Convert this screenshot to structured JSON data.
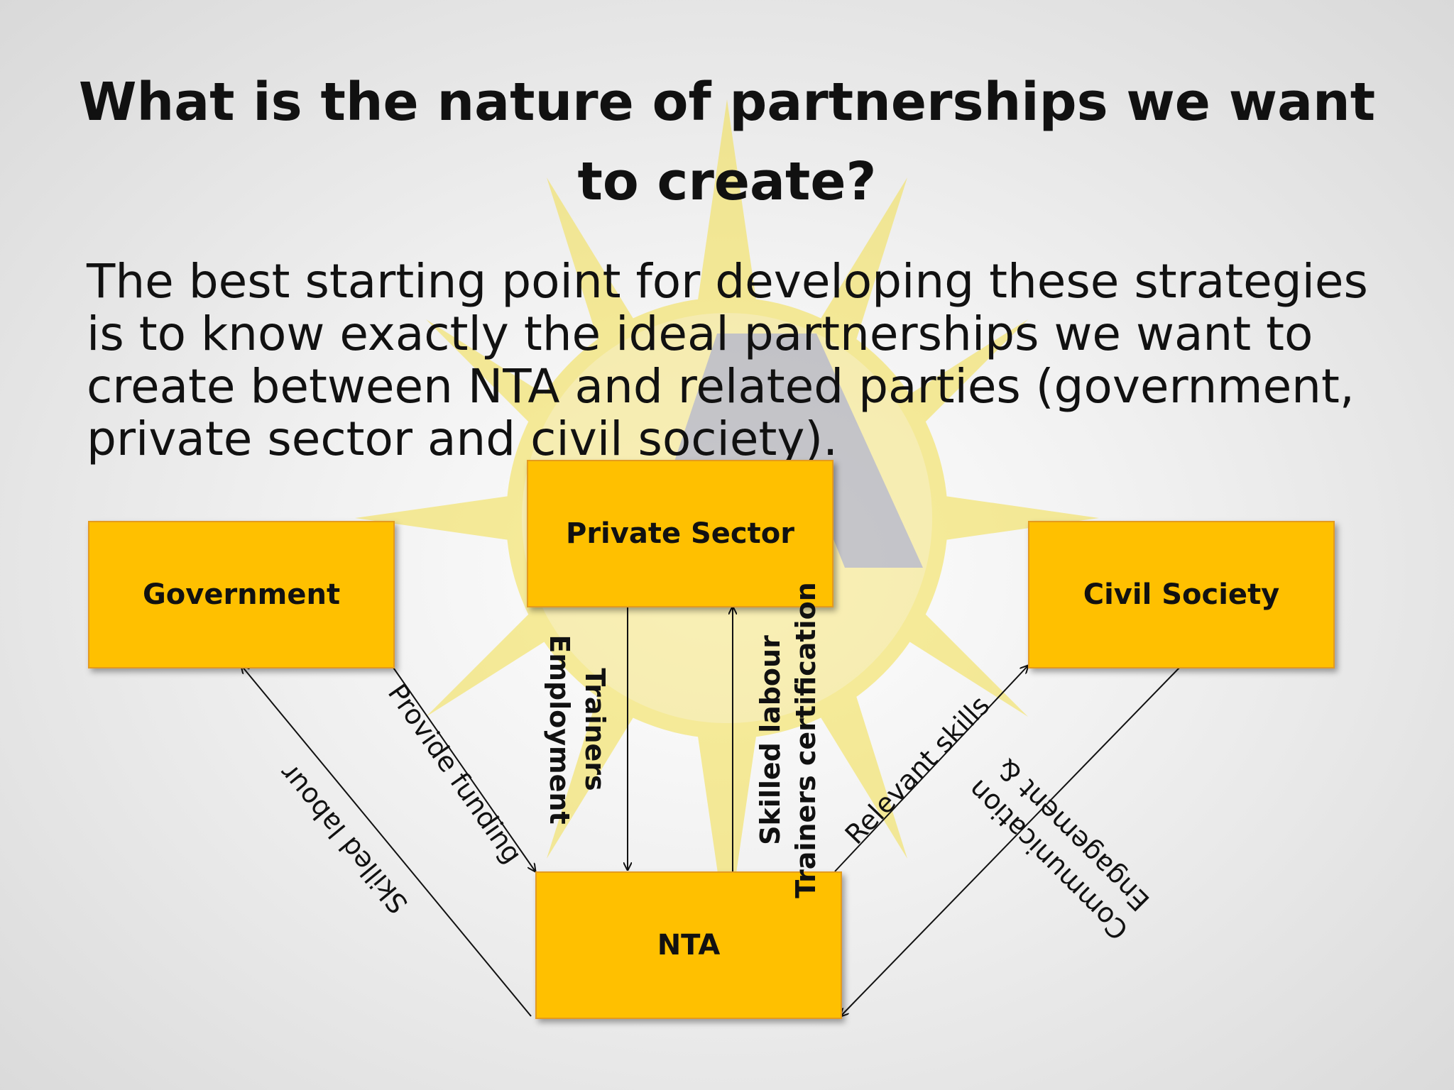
{
  "slide": {
    "title": "What is the nature of partnerships we want to create?",
    "body": "The best starting point for developing these strategies is to know exactly the ideal partnerships we want to create between NTA and related parties (government, private sector and civil society)."
  },
  "diagram": {
    "nodes": {
      "government": "Government",
      "private_sector": "Private Sector",
      "civil_society": "Civil Society",
      "nta": "NTA"
    },
    "edges": {
      "skilled_labour_to_government": "Skilled labour",
      "provide_funding": "Provide funding",
      "private_to_nta_line1": "Trainers",
      "private_to_nta_line2": "Employment",
      "nta_to_private_line1": "Skilled labour",
      "nta_to_private_line2": "Trainers certification",
      "relevant_skills": "Relevant skills",
      "civil_to_nta_line1": "Communication",
      "civil_to_nta_line2": "Engagement &"
    }
  },
  "colors": {
    "node_fill": "#ffc000",
    "node_border": "#e49b1f",
    "watermark_yellow": "#f3df4a",
    "watermark_gray": "#9a9aa2"
  }
}
